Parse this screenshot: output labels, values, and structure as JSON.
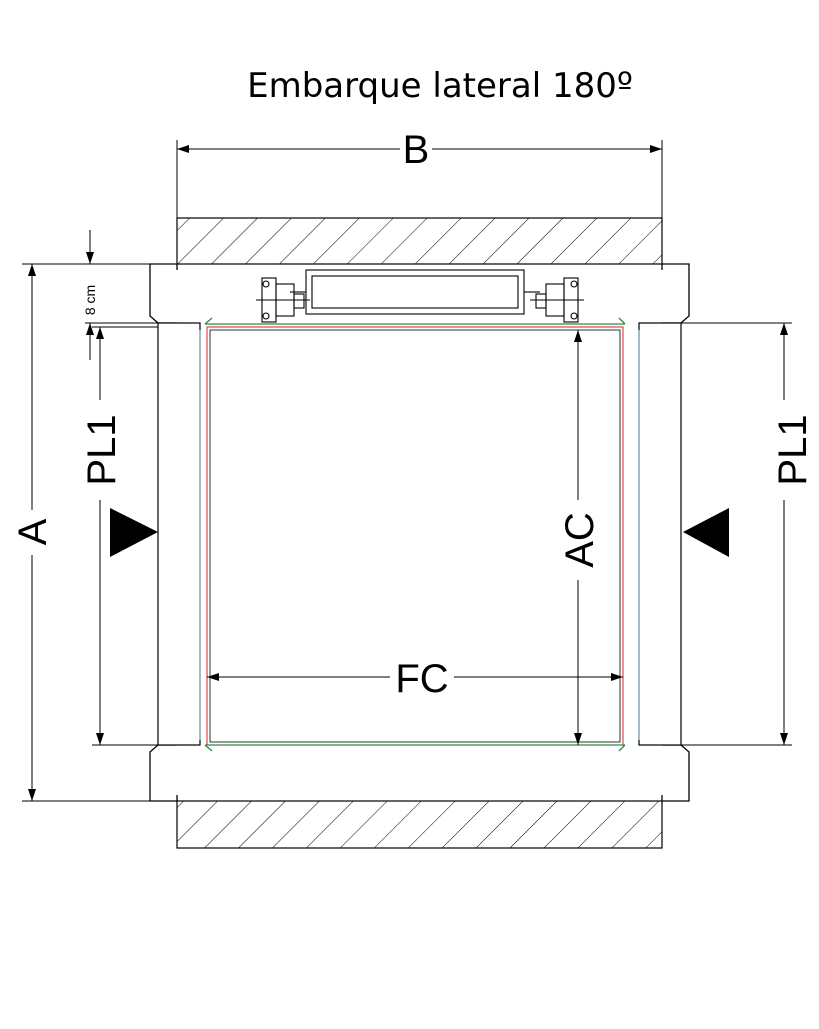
{
  "title": "Embarque lateral 180º",
  "labels": {
    "width_B": "B",
    "depth_A": "A",
    "pl_left": "PL1",
    "pl_right": "PL1",
    "car_depth_AC": "AC",
    "car_width_FC": "FC",
    "gap_8cm": "8 cm"
  },
  "colors": {
    "line": "#000000",
    "car_outline": "#e0202a",
    "sill": "#2a8a4a",
    "door_edge": "#7fa8c8"
  },
  "icons": {
    "left_entry_arrow": "triangle-right-icon",
    "right_entry_arrow": "triangle-left-icon"
  }
}
